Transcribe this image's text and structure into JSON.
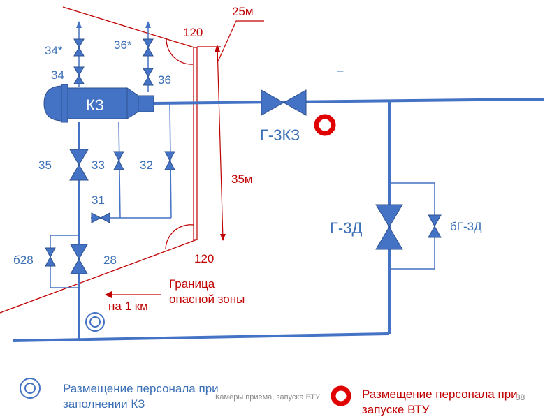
{
  "labels": {
    "v34s": "34*",
    "v36s": "36*",
    "v34": "34",
    "v36": "36",
    "kz": "КЗ",
    "v35": "35",
    "v33": "33",
    "v32": "32",
    "v31": "31",
    "b28": "б28",
    "v28": "28",
    "g3kz": "Г-3КЗ",
    "g3d": "Г-3Д",
    "bg3d": "бГ-3Д",
    "dist_25": "25м",
    "dist_35": "35м",
    "angle_top": "120",
    "angle_bottom": "120",
    "dash": "–",
    "boundary_line1": "Граница",
    "boundary_line2": "опасной зоны",
    "distance_1km": "на 1 км"
  },
  "legend": {
    "staff_fill_line1": "Размещение персонала при",
    "staff_fill_line2": "заполнении КЗ",
    "staff_launch_line1": "Размещение персонала при",
    "staff_launch_line2": "запуске ВТУ"
  },
  "footer": {
    "caption": "Камеры приема, запуска ВТУ",
    "page_number": "38"
  },
  "colors": {
    "pipe": "#4472c4",
    "label_blue": "#3b6fb6",
    "label_red": "#c00000",
    "marker_red": "#e00000"
  }
}
